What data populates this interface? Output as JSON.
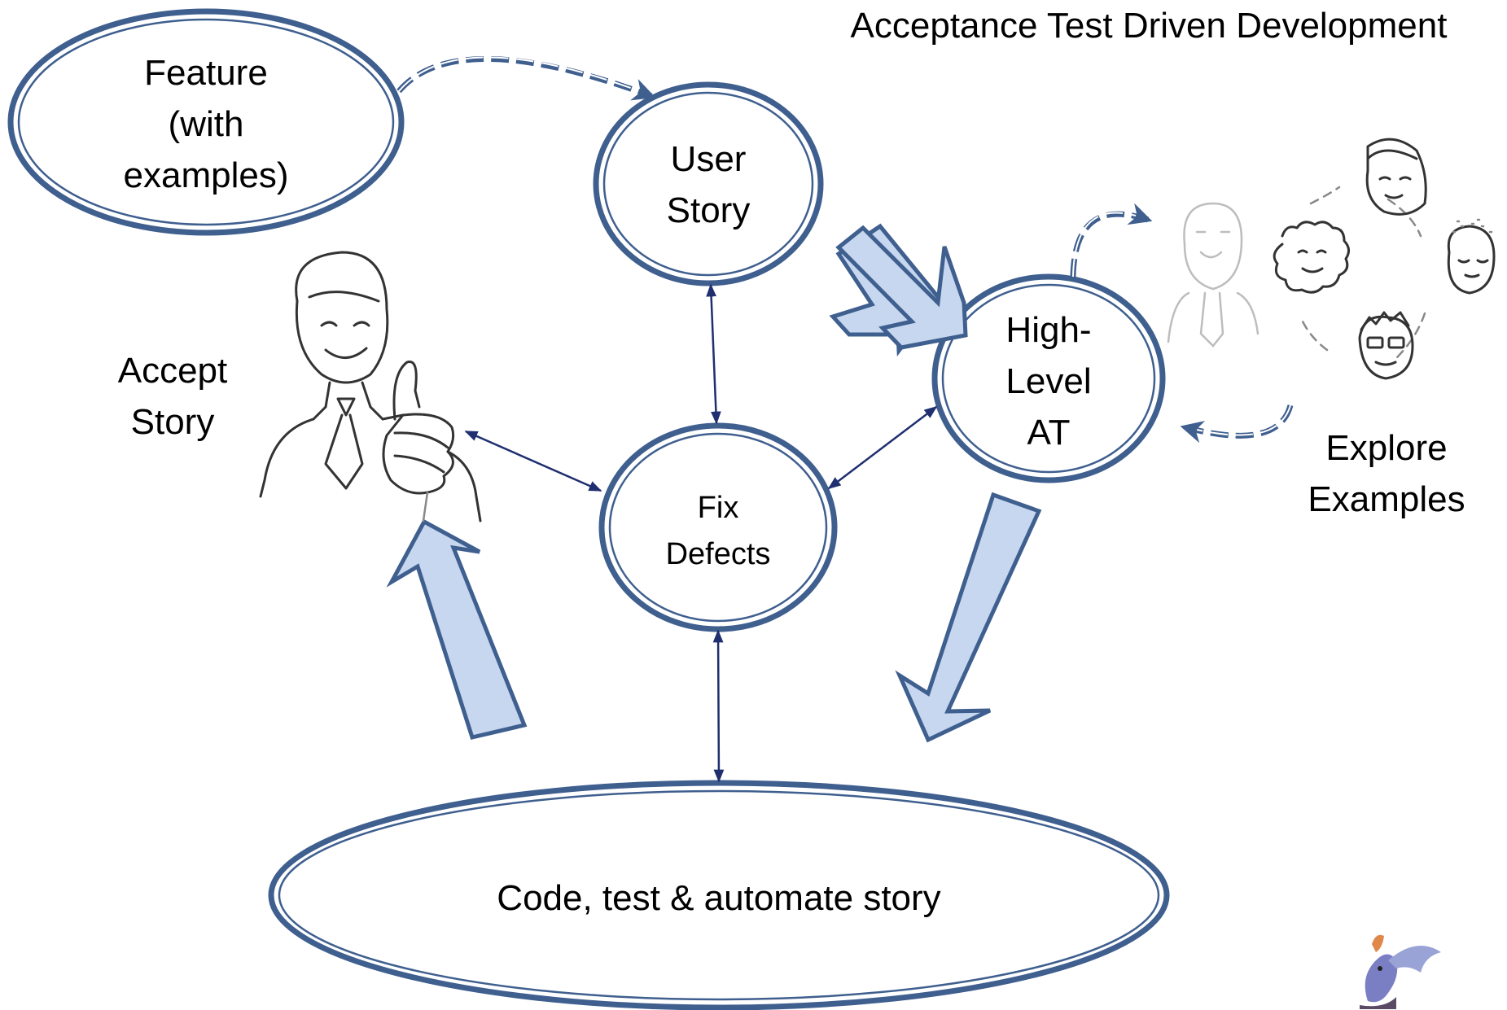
{
  "title": "Acceptance Test Driven Development",
  "nodes": {
    "feature": [
      "Feature",
      "(with",
      "examples)"
    ],
    "user_story": [
      "User",
      "Story"
    ],
    "high_level_at": [
      "High-",
      "Level",
      "AT"
    ],
    "fix_defects": [
      "Fix",
      "Defects"
    ],
    "code_test": "Code, test & automate story"
  },
  "labels": {
    "accept_story": [
      "Accept",
      "Story"
    ],
    "explore_examples": [
      "Explore",
      "Examples"
    ]
  },
  "colors": {
    "outline": "#3f5f8f",
    "block_fill": "#c6d7ef",
    "thin_arrow": "#1f2f6f"
  },
  "icons": [
    "thumbs-up-person-icon",
    "team-discussion-icon",
    "dragon-logo-icon"
  ]
}
